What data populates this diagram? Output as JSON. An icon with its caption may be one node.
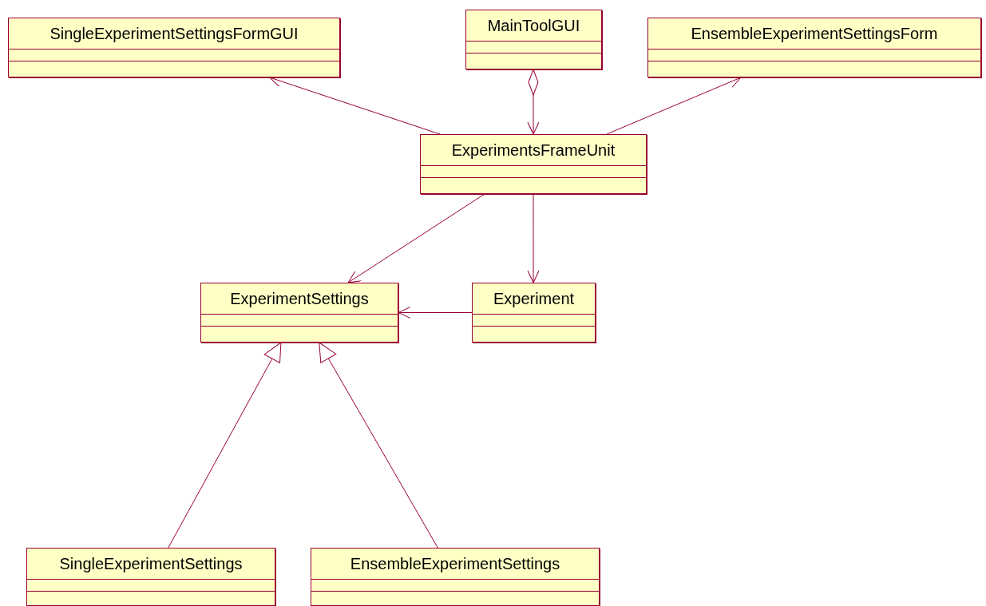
{
  "diagram": {
    "nodes": [
      {
        "text": [
          "SingleExperimentSettingsFormGUI"
        ]
      },
      {
        "text": [
          "MainToolGUI"
        ]
      },
      {
        "text": [
          "EnsembleExperimentSettingsForm"
        ]
      },
      {
        "text": [
          "ExperimentsFrameUnit"
        ]
      },
      {
        "text": [
          "ExperimentSettings"
        ]
      },
      {
        "text": [
          "Experiment"
        ]
      },
      {
        "text": [
          "SingleExperimentSettings"
        ]
      },
      {
        "text": [
          "EnsembleExperimentSettings"
        ]
      }
    ],
    "edges": [
      {
        "from": 3,
        "to": 0,
        "arrow": "to"
      },
      {
        "from": 3,
        "to": 2,
        "arrow": "to"
      },
      {
        "from": 1,
        "to": 3,
        "arrow": "to"
      },
      {
        "from": 3,
        "to": 4,
        "arrow": "to"
      },
      {
        "from": 3,
        "to": 5,
        "arrow": "to"
      },
      {
        "from": 5,
        "to": 4,
        "arrow": "to"
      },
      {
        "from": 6,
        "to": 4,
        "arrow": "to"
      },
      {
        "from": 7,
        "to": 4,
        "arrow": "to"
      }
    ]
  }
}
